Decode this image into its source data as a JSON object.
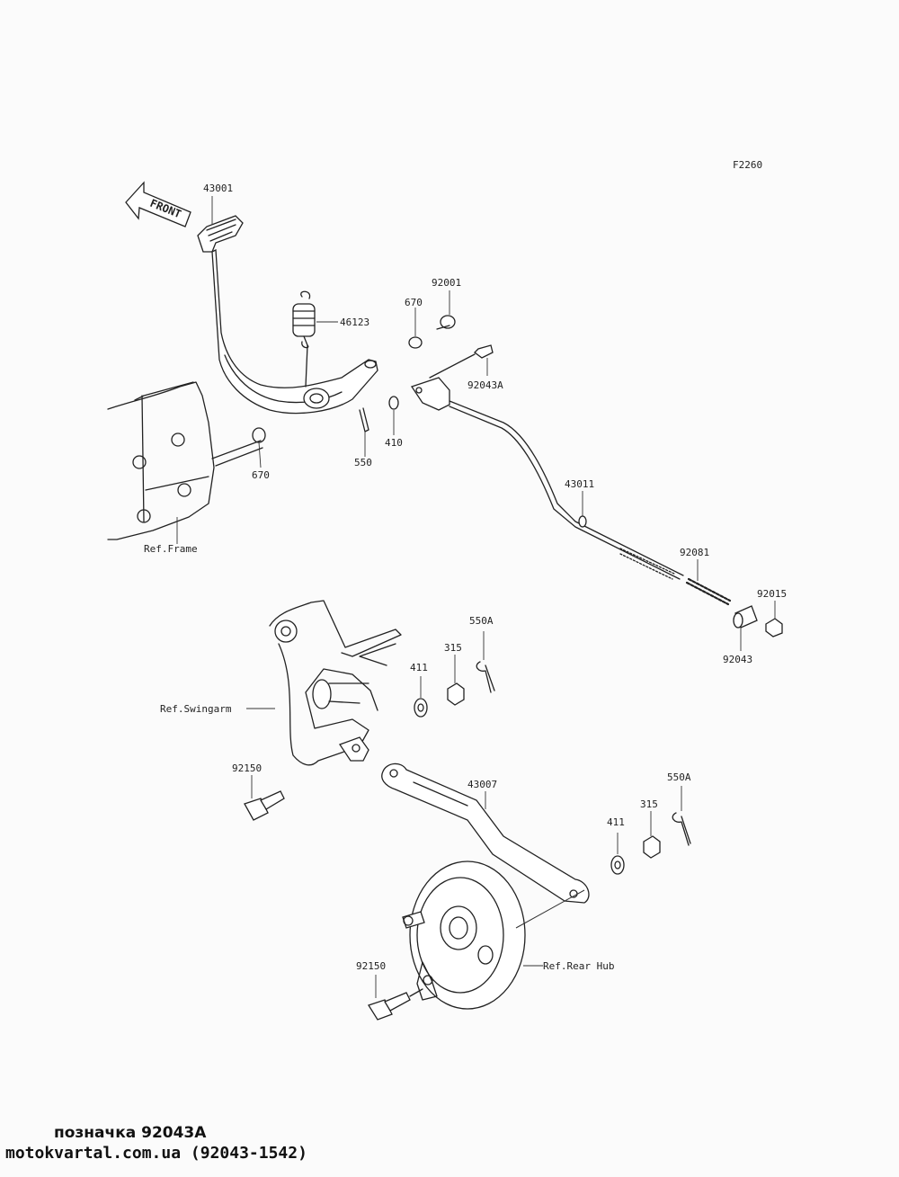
{
  "diagram": {
    "figure_code": "F2260",
    "front_label": "FRONT",
    "labels": {
      "l43001": "43001",
      "l46123": "46123",
      "l92001": "92001",
      "l670a": "670",
      "l670b": "670",
      "l92043A": "92043A",
      "l410": "410",
      "l550": "550",
      "l43011": "43011",
      "l92081": "92081",
      "l92015": "92015",
      "l92043": "92043",
      "l550A_1": "550A",
      "l315_1": "315",
      "l411_1": "411",
      "l92150_1": "92150",
      "l43007": "43007",
      "l550A_2": "550A",
      "l315_2": "315",
      "l411_2": "411",
      "l92150_2": "92150"
    },
    "refs": {
      "frame": "Ref.Frame",
      "swingarm": "Ref.Swingarm",
      "rear_hub": "Ref.Rear Hub"
    }
  },
  "footer": {
    "caption": "позначка 92043A",
    "site": "motokvartal.com.ua (92043-1542)"
  }
}
